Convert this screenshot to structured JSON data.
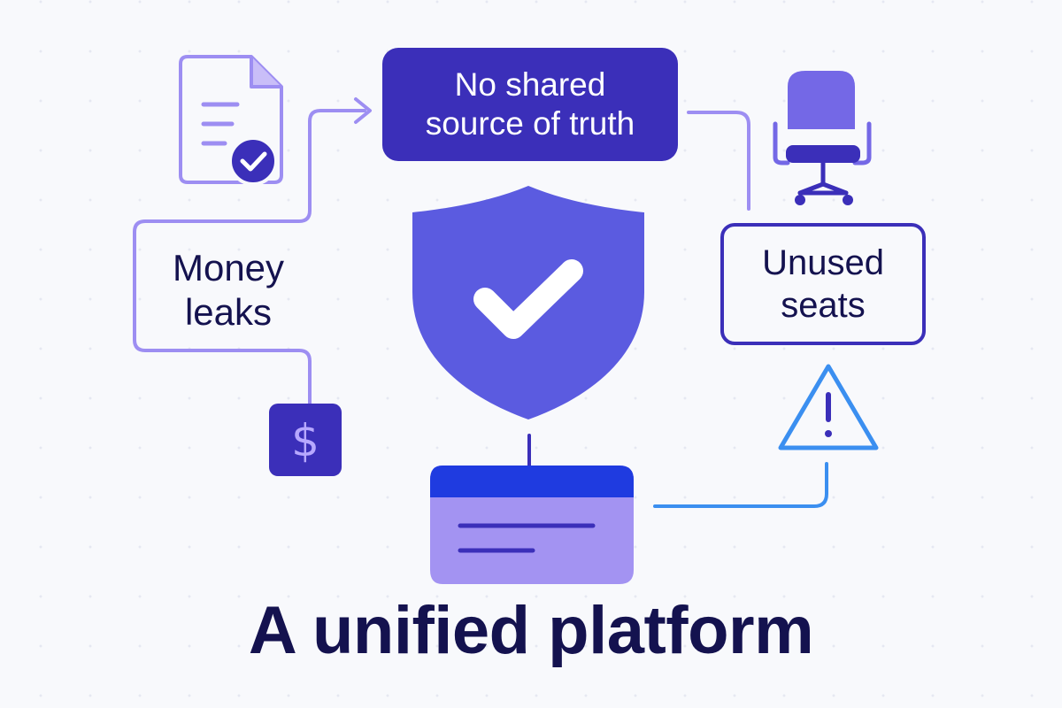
{
  "nodes": {
    "source": {
      "text": "No shared\nsource of truth"
    },
    "money": {
      "text": "Money\nleaks"
    },
    "unused": {
      "text": "Unused\nseats"
    }
  },
  "title": {
    "text": "A unified platform"
  },
  "icons": {
    "document": "document-check-icon",
    "chair": "office-chair-icon",
    "shield": "shield-check-icon",
    "dollar": "dollar-icon",
    "warning": "warning-triangle-icon",
    "platform": "platform-card-icon"
  },
  "colors": {
    "primary": "#3b2fb9",
    "lavender": "#9d8ef2",
    "shield": "#5b5be0",
    "chair": "#7468e6",
    "platform_header": "#1f3be0",
    "platform_body": "#a393f2",
    "warning": "#3b8ff0",
    "text_dark": "#14124f"
  }
}
